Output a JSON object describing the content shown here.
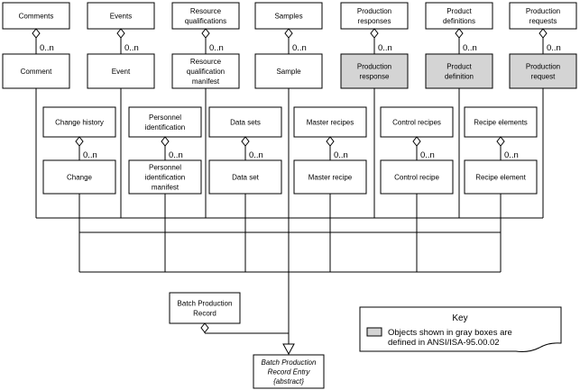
{
  "top_row": [
    {
      "lines": [
        "Comments"
      ]
    },
    {
      "lines": [
        "Events"
      ]
    },
    {
      "lines": [
        "Resource",
        "qualifications"
      ]
    },
    {
      "lines": [
        "Samples"
      ]
    },
    {
      "lines": [
        "Production",
        "responses"
      ]
    },
    {
      "lines": [
        "Product",
        "definitions"
      ]
    },
    {
      "lines": [
        "Production",
        "requests"
      ]
    }
  ],
  "second_row": [
    {
      "lines": [
        "Comment"
      ],
      "gray": false
    },
    {
      "lines": [
        "Event"
      ],
      "gray": false
    },
    {
      "lines": [
        "Resource",
        "qualification",
        "manifest"
      ],
      "gray": false
    },
    {
      "lines": [
        "Sample"
      ],
      "gray": false
    },
    {
      "lines": [
        "Production",
        "response"
      ],
      "gray": true
    },
    {
      "lines": [
        "Product",
        "definition"
      ],
      "gray": true
    },
    {
      "lines": [
        "Production",
        "request"
      ],
      "gray": true
    }
  ],
  "mid_top_row": [
    {
      "lines": [
        "Change history"
      ]
    },
    {
      "lines": [
        "Personnel",
        "identification"
      ]
    },
    {
      "lines": [
        "Data sets"
      ]
    },
    {
      "lines": [
        "Master recipes"
      ]
    },
    {
      "lines": [
        "Control recipes"
      ]
    },
    {
      "lines": [
        "Recipe elements"
      ]
    }
  ],
  "mid_bottom_row": [
    {
      "lines": [
        "Change"
      ]
    },
    {
      "lines": [
        "Personnel",
        "identification",
        "manifest"
      ]
    },
    {
      "lines": [
        "Data set"
      ]
    },
    {
      "lines": [
        "Master recipe"
      ]
    },
    {
      "lines": [
        "Control recipe"
      ]
    },
    {
      "lines": [
        "Recipe element"
      ]
    }
  ],
  "multiplicity": "0..n",
  "batch_record": {
    "lines": [
      "Batch Production",
      "Record"
    ]
  },
  "entry": {
    "lines": [
      "Batch Production",
      "Record Entry",
      "{abstract}"
    ]
  },
  "key": {
    "title": "Key",
    "text_lines": [
      "Objects shown in gray boxes are",
      "defined in ANSI/ISA-95.00.02"
    ],
    "swatch_color": "#d4d4d4"
  }
}
